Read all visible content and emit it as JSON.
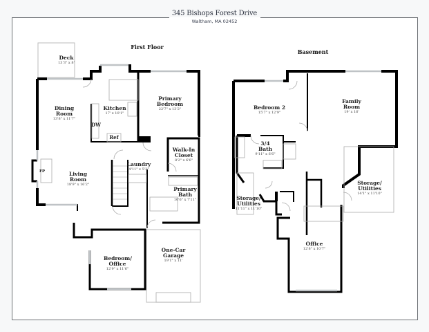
{
  "header": {
    "address": "345 Bishops Forest Drive",
    "city": "Waltham, MA 02452"
  },
  "floors": {
    "first": {
      "title": "First Floor",
      "rooms": [
        {
          "name": "Deck",
          "dims": "13'3\" x 8'"
        },
        {
          "name": "Dining Room",
          "dims": "13'8\" x 11'7\""
        },
        {
          "name": "Kitchen",
          "dims": "17' x 10'1\""
        },
        {
          "name": "Primary Bedroom",
          "dims": "22'7\" x 13'2\""
        },
        {
          "name": "Walk-In Closet",
          "dims": "8'2\" x 6'6\""
        },
        {
          "name": "Living Room",
          "dims": "18'9\" x 16'2\""
        },
        {
          "name": "Laundry",
          "dims": "4'11\" x 5'2\""
        },
        {
          "name": "Primary Bath",
          "dims": "10'6\" x 7'11\""
        },
        {
          "name": "Bedroom/ Office",
          "dims": "12'9\" x 11'6\""
        },
        {
          "name": "One-Car Garage",
          "dims": "19'1\" x 11'"
        }
      ],
      "tags": {
        "dw": "DW",
        "ref": "Ref",
        "fp": "FP"
      }
    },
    "basement": {
      "title": "Basement",
      "rooms": [
        {
          "name": "Bedroom 2",
          "dims": "15'7\" x 12'9\""
        },
        {
          "name": "Family Room",
          "dims": "19' x 16'"
        },
        {
          "name": "3/4 Bath",
          "dims": "9'11\" x 6'6\""
        },
        {
          "name": "Storage/ Utilities",
          "dims": "11'11\" x 11'10\""
        },
        {
          "name": "Storage/ Utilities",
          "dims": "14'1\" x 11'10\""
        },
        {
          "name": "Office",
          "dims": "12'8\" x 10'7\""
        }
      ]
    }
  },
  "colors": {
    "wall": "#000000",
    "frame": "#6b6f73",
    "title": "#2d3340",
    "window": "#cfd2d4"
  }
}
